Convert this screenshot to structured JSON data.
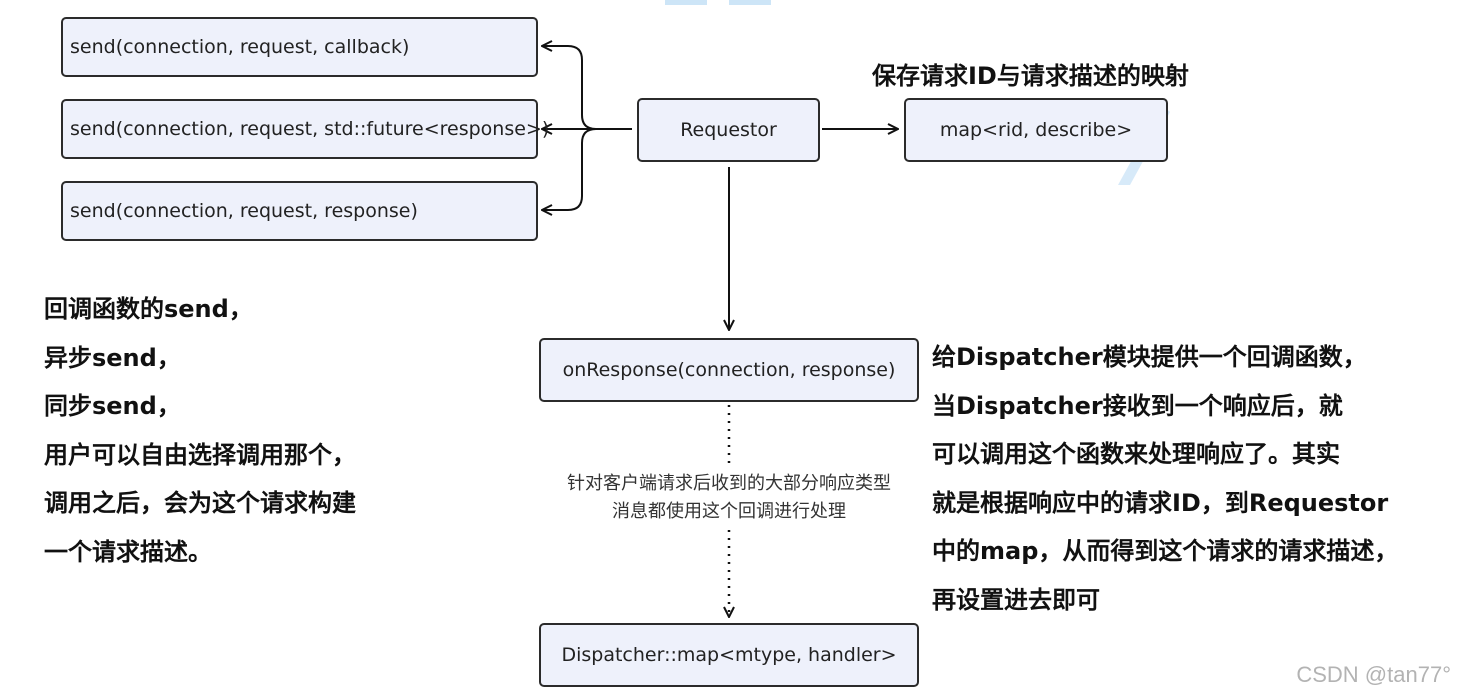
{
  "boxes": {
    "send_callback": "send(connection,  request,  callback)",
    "send_future": "send(connection,  request, std::future<response>)",
    "send_response": "send(connection,  request, response)",
    "requestor": "Requestor",
    "map_rid": "map<rid,  describe>",
    "on_response": "onResponse(connection, response)",
    "dispatcher_map": "Dispatcher::map<mtype, handler>"
  },
  "notes": {
    "map_title": "保存请求ID与请求描述的映射",
    "left_lines": [
      "回调函数的send，",
      "异步send，",
      "同步send，",
      "用户可以自由选择调用那个，",
      "调用之后，会为这个请求构建",
      "一个请求描述。"
    ],
    "right_lines": [
      "给Dispatcher模块提供一个回调函数，",
      "当Dispatcher接收到一个响应后，就",
      "可以调用这个函数来处理响应了。其实",
      "就是根据响应中的请求ID，到Requestor",
      "中的map，从而得到这个请求的请求描述，",
      "再设置进去即可"
    ],
    "middle_lines": [
      "针对客户端请求后收到的大部分响应类型",
      "消息都使用这个回调进行处理"
    ]
  },
  "watermark": "CSDN @tan77°",
  "colors": {
    "box_fill": "#eef1fb",
    "box_border": "#2b2b2b",
    "accent_decoration": "#cde5f7"
  }
}
